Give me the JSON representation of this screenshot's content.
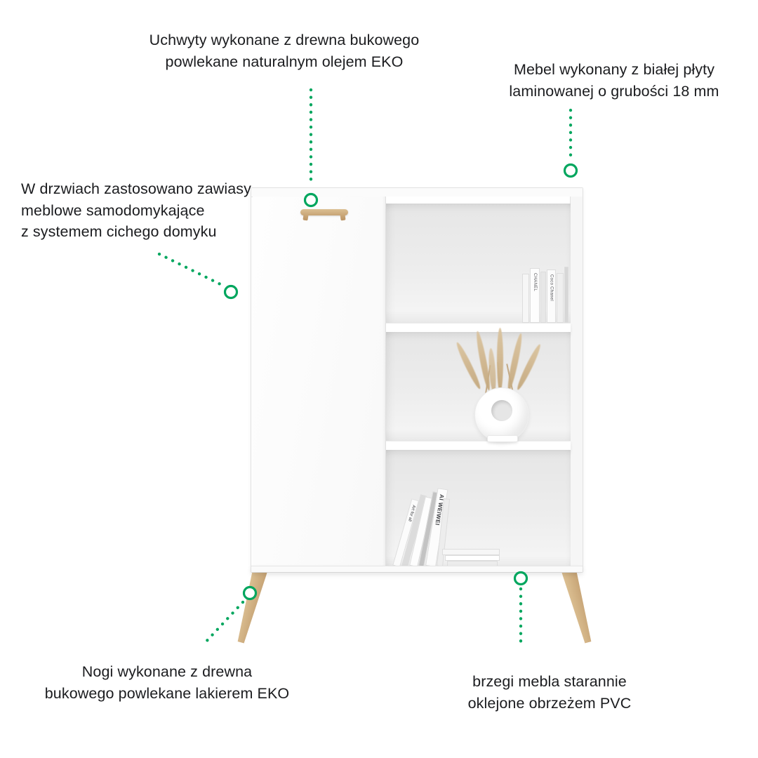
{
  "page": {
    "background": "#ffffff"
  },
  "colors": {
    "accent_green": "#00a65e",
    "text_dark": "#1b1c1f",
    "wood_light": "#dcc093",
    "wood_dark": "#c7a476",
    "pampas_light": "#dbc49f",
    "pampas_dark": "#c4a87d",
    "cabinet_white": "#fdfdfd",
    "interior_gray": "#e9e9e9"
  },
  "annotations": {
    "handle": {
      "text": "Uchwyty wykonane z drewna bukowego\npowlekane naturalnym olejem EKO"
    },
    "board": {
      "text": "Mebel wykonany z białej płyty\nlaminowanej o grubości 18 mm"
    },
    "hinges": {
      "text": "W drzwiach zastosowano zawiasy\nmeblowe samodomykające\nz systemem cichego domyku"
    },
    "legs": {
      "text": "Nogi wykonane z drewna\nbukowego powlekane lakierem EKO"
    },
    "edges": {
      "text": "brzegi mebla starannie\noklejone obrzeżem PVC"
    }
  },
  "decor": {
    "books_top": [
      "CHANEL",
      "Coco Chanel"
    ],
    "books_bottom": [
      "Art for all",
      "AI WEIWEI"
    ]
  }
}
